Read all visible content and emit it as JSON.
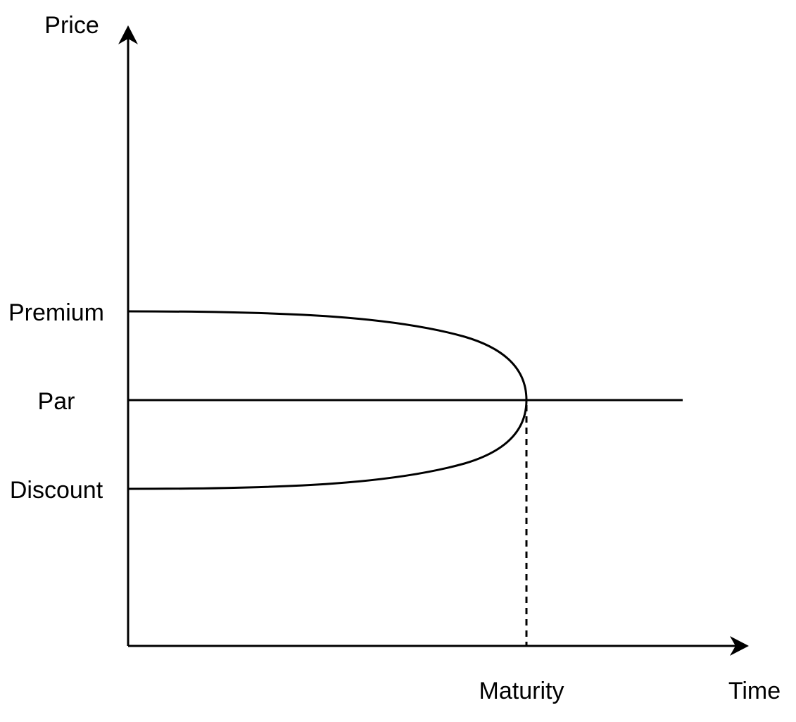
{
  "diagram": {
    "y_axis_label": "Price",
    "x_axis_label": "Time",
    "levels": {
      "premium": "Premium",
      "par": "Par",
      "discount": "Discount"
    },
    "maturity_label": "Maturity",
    "colors": {
      "line": "#000000",
      "background": "#ffffff"
    }
  }
}
